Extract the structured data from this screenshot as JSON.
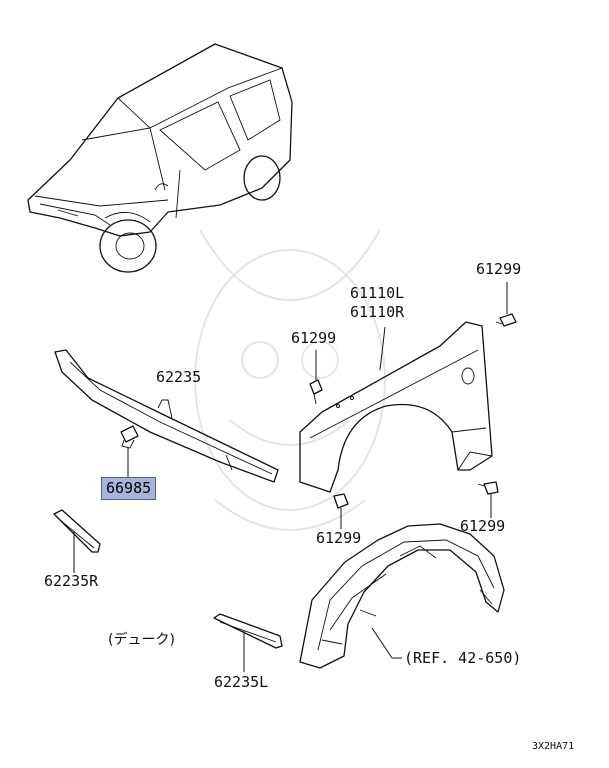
{
  "labels": {
    "bolt_upper_right": "61299",
    "fender_l": "61110L",
    "fender_r": "61110R",
    "bolt_upper_mid": "61299",
    "molding_main": "62235",
    "clip_highlight": "66985",
    "bolt_lower_right": "61299",
    "bolt_lower_mid": "61299",
    "molding_r": "62235R",
    "note_jp": "(デューク)",
    "ref": "(REF. 42-650)",
    "molding_l": "62235L",
    "diagram_code": "3X2HA71"
  },
  "colors": {
    "highlight_fill": "#aab3d9",
    "highlight_border": "#55608e",
    "line": "#111111",
    "watermark": "#e4e4e4"
  }
}
